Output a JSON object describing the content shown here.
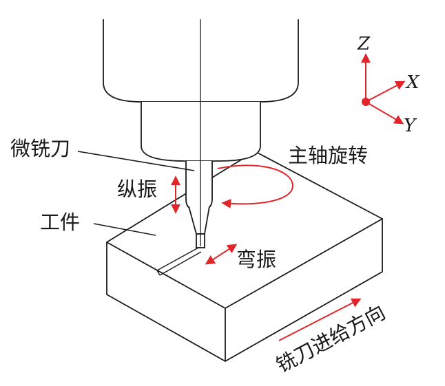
{
  "labels": {
    "micro_cutter": "微铣刀",
    "spindle_rotation": "主轴旋转",
    "longitudinal_vibration": "纵振",
    "workpiece": "工件",
    "bending_vibration": "弯振",
    "feed_direction": "铣刀进给方向"
  },
  "axes": {
    "z": "Z",
    "x": "X",
    "y": "Y"
  },
  "colors": {
    "line": "#1a1a1a",
    "accent": "#e0262b",
    "background": "#ffffff"
  }
}
